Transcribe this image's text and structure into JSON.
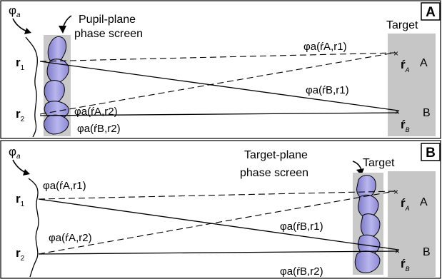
{
  "panels": [
    {
      "id": "A",
      "panel_label": "A",
      "phase_symbol": "φ",
      "phase_subscript": "a",
      "screen_caption_line1": "Pupil-plane",
      "screen_caption_line2": "phase screen",
      "target_caption": "Target",
      "point_A_label": "A",
      "point_B_label": "B",
      "r1_label": "r",
      "r1_sub": "1",
      "r2_label": "r",
      "r2_sub": "2",
      "rA_label": "ŕ",
      "rA_sub": "A",
      "rB_label": "ŕ",
      "rB_sub": "B",
      "paths": {
        "A_r1": "φa(ŕA,r1)",
        "B_r1": "φa(ŕB,r1)",
        "A_r2": "φa(ŕA,r2)",
        "B_r2": "φa(ŕB,r2)"
      }
    },
    {
      "id": "B",
      "panel_label": "B",
      "phase_symbol": "φ",
      "phase_subscript": "a",
      "screen_caption_line1": "Target-plane",
      "screen_caption_line2": "phase screen",
      "target_caption": "Target",
      "point_A_label": "A",
      "point_B_label": "B",
      "r1_label": "r",
      "r1_sub": "1",
      "r2_label": "r",
      "r2_sub": "2",
      "rA_label": "ŕ",
      "rA_sub": "A",
      "rB_label": "ŕ",
      "rB_sub": "B",
      "paths": {
        "A_r1": "φa(ŕA,r1)",
        "B_r1": "φa(ŕB,r1)",
        "A_r2": "φa(ŕA,r2)",
        "B_r2": "φa(ŕB,r2)"
      }
    }
  ],
  "colors": {
    "phase_screen_fill": "#c9c9c9",
    "target_region_fill": "#c6c6c6",
    "blob_fill": "#9f9ce0",
    "blob_highlight": "#d4d2f4",
    "line_color": "#000000",
    "panel_border": "#000000"
  }
}
